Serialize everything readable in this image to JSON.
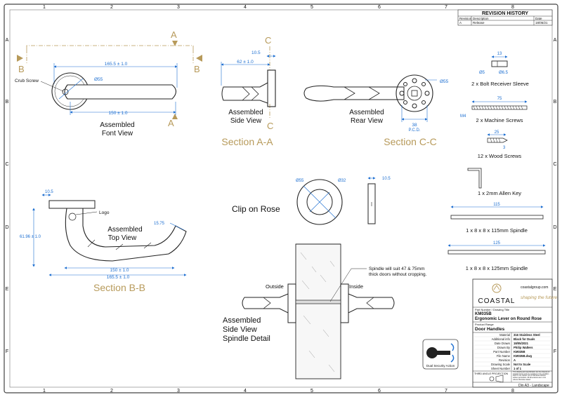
{
  "border": {
    "columns": [
      "1",
      "2",
      "3",
      "4",
      "5",
      "6",
      "7",
      "8"
    ],
    "rows": [
      "A",
      "B",
      "C",
      "D",
      "E",
      "F"
    ]
  },
  "revision": {
    "title": "REVISION HISTORY",
    "headers": [
      "Revision",
      "Description",
      "Date"
    ],
    "row": [
      "A",
      "Release",
      "18/05/21"
    ]
  },
  "section_aa": {
    "marker": "A",
    "dims": {
      "width": "165.5 ± 1.0",
      "rose": "Ø55",
      "lever": "150 ± 1.0"
    },
    "label_crub": "Crub Screw",
    "caption": [
      "Assembled",
      "Font View"
    ]
  },
  "section_bb_markers": "B",
  "section_cc_marker": "C",
  "side_view": {
    "dims": {
      "rose_thk": "10.5",
      "proj": "62 ± 1.0"
    },
    "caption": [
      "Assembled",
      "Side View"
    ],
    "section_title": "Section A-A"
  },
  "rear_view": {
    "dims": {
      "rose": "Ø55",
      "pcd": "38",
      "pcd_label": "P.C.D."
    },
    "caption": [
      "Assembled",
      "Rear View"
    ],
    "section_title": "Section C-C"
  },
  "parts": [
    {
      "qty_label": "2 x Bolt Receiver Sleeve",
      "dims": [
        "13",
        "Ø5",
        "Ø6.5"
      ]
    },
    {
      "qty_label": "2 x Machine Screws",
      "dims": [
        "75",
        "M4"
      ]
    },
    {
      "qty_label": "12 x Wood Screws",
      "dims": [
        "25",
        "3"
      ]
    },
    {
      "qty_label": "1 x 2mm Allen Key",
      "dims": []
    },
    {
      "qty_label": "1 x 8 x 8 x 115mm Spindle",
      "dims": [
        "115"
      ]
    },
    {
      "qty_label": "1 x 8 x 8 x 125mm Spindle",
      "dims": [
        "125"
      ]
    }
  ],
  "top_view": {
    "dims": {
      "rose_thk": "10.5",
      "height": "61.96 ± 1.0",
      "tip": "15.75",
      "lever": "150 ± 1.0",
      "width": "165.5 ± 1.0"
    },
    "logo": "Logo",
    "caption": [
      "Assembled",
      "Top View"
    ],
    "section_title": "Section B-B"
  },
  "clip_rose": {
    "dims": {
      "outer": "Ø55",
      "inner": "Ø32",
      "thk": "10.5"
    },
    "title": "Clip on Rose"
  },
  "spindle_detail": {
    "note": [
      "Spindle will suit 47 & 75mm",
      "thick doors without cropping."
    ],
    "outside": "Outside",
    "inside": "Inside",
    "caption": [
      "Assembled",
      "Side View",
      "Spindle Detail"
    ]
  },
  "dual_security": "Dual Security Action",
  "title_block": {
    "brand": "COASTAL",
    "website": "coastalgroup.com",
    "tagline": "shaping the future",
    "part_label": "Part Number / Drawing Title",
    "part_number": "KM035B",
    "drawing_title": "Ergonomic Lever on Round Rose",
    "group_label": "Product Range",
    "group": "Door Handles",
    "rows": [
      [
        "Material",
        "316 Stainless Steel"
      ],
      [
        "Additional info",
        "Black for Duals"
      ],
      [
        "Date Drawn",
        "18/05/2021"
      ],
      [
        "Drawn By",
        "Philip Walters"
      ],
      [
        "Part Number",
        "KM035B"
      ],
      [
        "File Name",
        "KM035B.dwg"
      ],
      [
        "Revision",
        "A"
      ],
      [
        "Drawing Scale",
        "Not to Scale"
      ],
      [
        "Sheet Number",
        "1 of 1"
      ]
    ],
    "angle": "THIRD ANGLE PROJECTION",
    "disclaimer": "This drawing and specification are the property of Coastal Group and are supplied on the condition that it is not copied, lent or disclosed without written permission. All dimensions are in mm unless otherwise stated.",
    "size": "Din A3 - Landscape"
  }
}
